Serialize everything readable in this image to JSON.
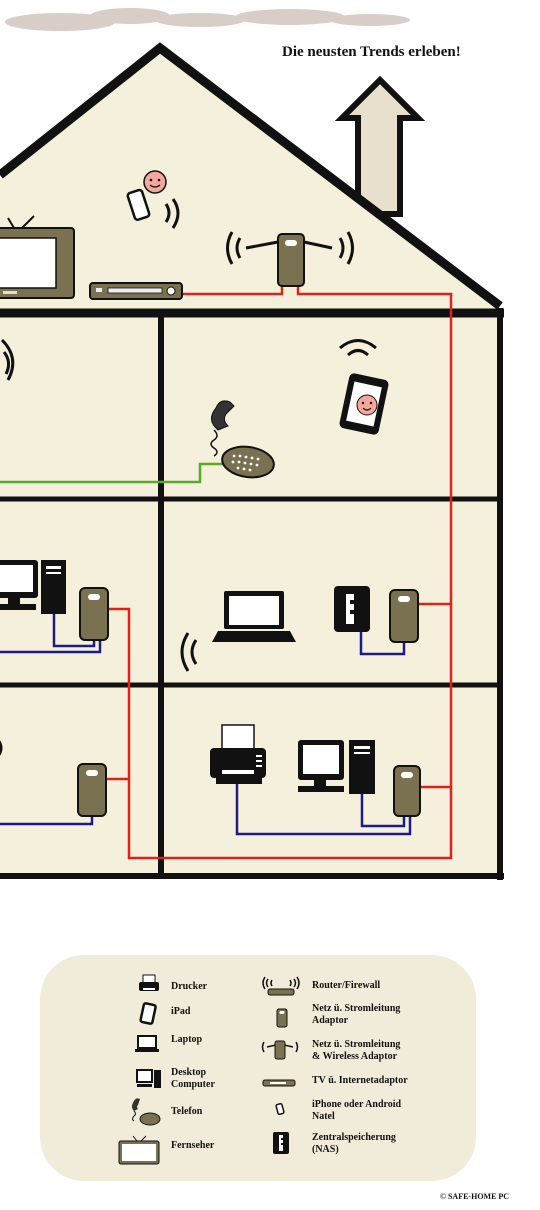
{
  "header": {
    "title": "Die neusten Trends erleben!"
  },
  "legend": {
    "items": [
      {
        "icon": "printer-icon",
        "label": "Drucker"
      },
      {
        "icon": "tablet-icon",
        "label": "iPad"
      },
      {
        "icon": "laptop-icon",
        "label": "Laptop"
      },
      {
        "icon": "desktop-computer-icon",
        "label": "Desktop\nComputer"
      },
      {
        "icon": "telephone-icon",
        "label": "Telefon"
      },
      {
        "icon": "tv-icon",
        "label": "Fernseher"
      },
      {
        "icon": "router-icon",
        "label": "Router/Firewall"
      },
      {
        "icon": "powerline-adapter-icon",
        "label": "Netz ü. Stromleitung\nAdaptor"
      },
      {
        "icon": "powerline-wireless-icon",
        "label": "Netz ü. Stromleitung\n& Wireless Adaptor"
      },
      {
        "icon": "tv-internet-adapter-icon",
        "label": "TV ü. Internetadaptor"
      },
      {
        "icon": "smartphone-icon",
        "label": "iPhone oder Android\nNatel"
      },
      {
        "icon": "nas-icon",
        "label": "Zentralspeicherung\n(NAS)"
      }
    ]
  },
  "footer": {
    "copyright": "© SAFE-HOME PC"
  },
  "colors": {
    "wall": "#f5f0dc",
    "outline": "#111111",
    "power_line": "#e0201c",
    "lan_line": "#1a1a8a",
    "phone_line": "#5aa82a",
    "device_olive": "#7a7150",
    "face": "#f4a79a"
  }
}
